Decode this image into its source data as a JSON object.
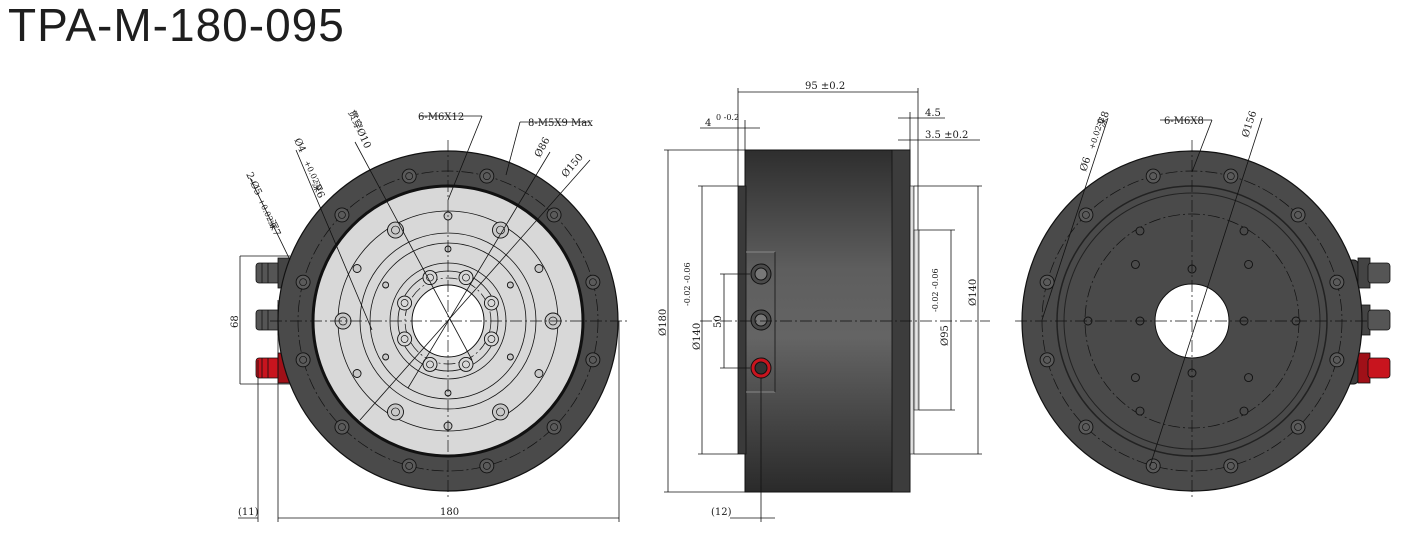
{
  "title": "TPA-M-180-095",
  "front_view": {
    "callouts": {
      "m6x12": "6-M6X12",
      "m5x9": "8-M5X9 Max",
      "thru10": "贯穿Ø10",
      "d86": "Ø86",
      "d150": "Ø150",
      "pin4": "Ø4",
      "pin4_tol": "+0.02 0",
      "pin4_depth": "深6",
      "pin5": "2-Ø5",
      "pin5_tol": "+0.02 0",
      "pin5_depth": "深7"
    },
    "dims": {
      "height_68": "68",
      "width_180": "180",
      "offset_11": "(11)"
    }
  },
  "side_view": {
    "dims": {
      "length": "95 ±0.2",
      "flange_4": "4",
      "flange_4_tol": "0 -0.2",
      "step_45": "4.5",
      "step_35": "3.5 ±0.2",
      "d180": "Ø180",
      "d140_left": "Ø140",
      "d140_left_tol": "-0.02 -0.06",
      "conn_50": "50",
      "d95": "Ø95",
      "d95_tol": "-0.02 -0.06",
      "d140_right": "Ø140",
      "offset_12": "(12)"
    }
  },
  "back_view": {
    "callouts": {
      "m6x8": "6-M6X8",
      "pin6": "Ø6",
      "pin6_tol": "+0.02 0",
      "pin6_depth": "深8",
      "d156": "Ø156"
    }
  },
  "colors": {
    "housing": "#4a4a4a",
    "housing_dark": "#2b2b2b",
    "face": "#d8d8d8",
    "connector_red": "#c8141e",
    "connector_gray": "#5a5a5a"
  },
  "icons": [
    "cable-connector-icon",
    "mounting-hole-icon"
  ]
}
